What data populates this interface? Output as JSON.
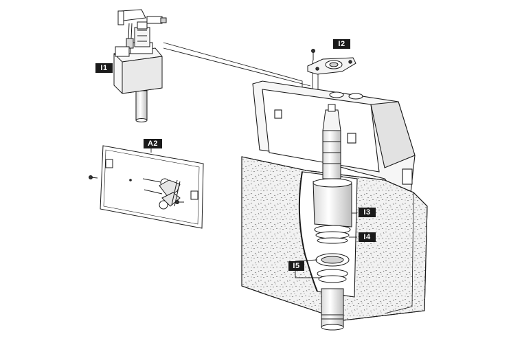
{
  "labels": {
    "i1": "I1",
    "i2": "I2",
    "i3": "I3",
    "i4": "I4",
    "i5": "I5",
    "a2": "A2"
  }
}
